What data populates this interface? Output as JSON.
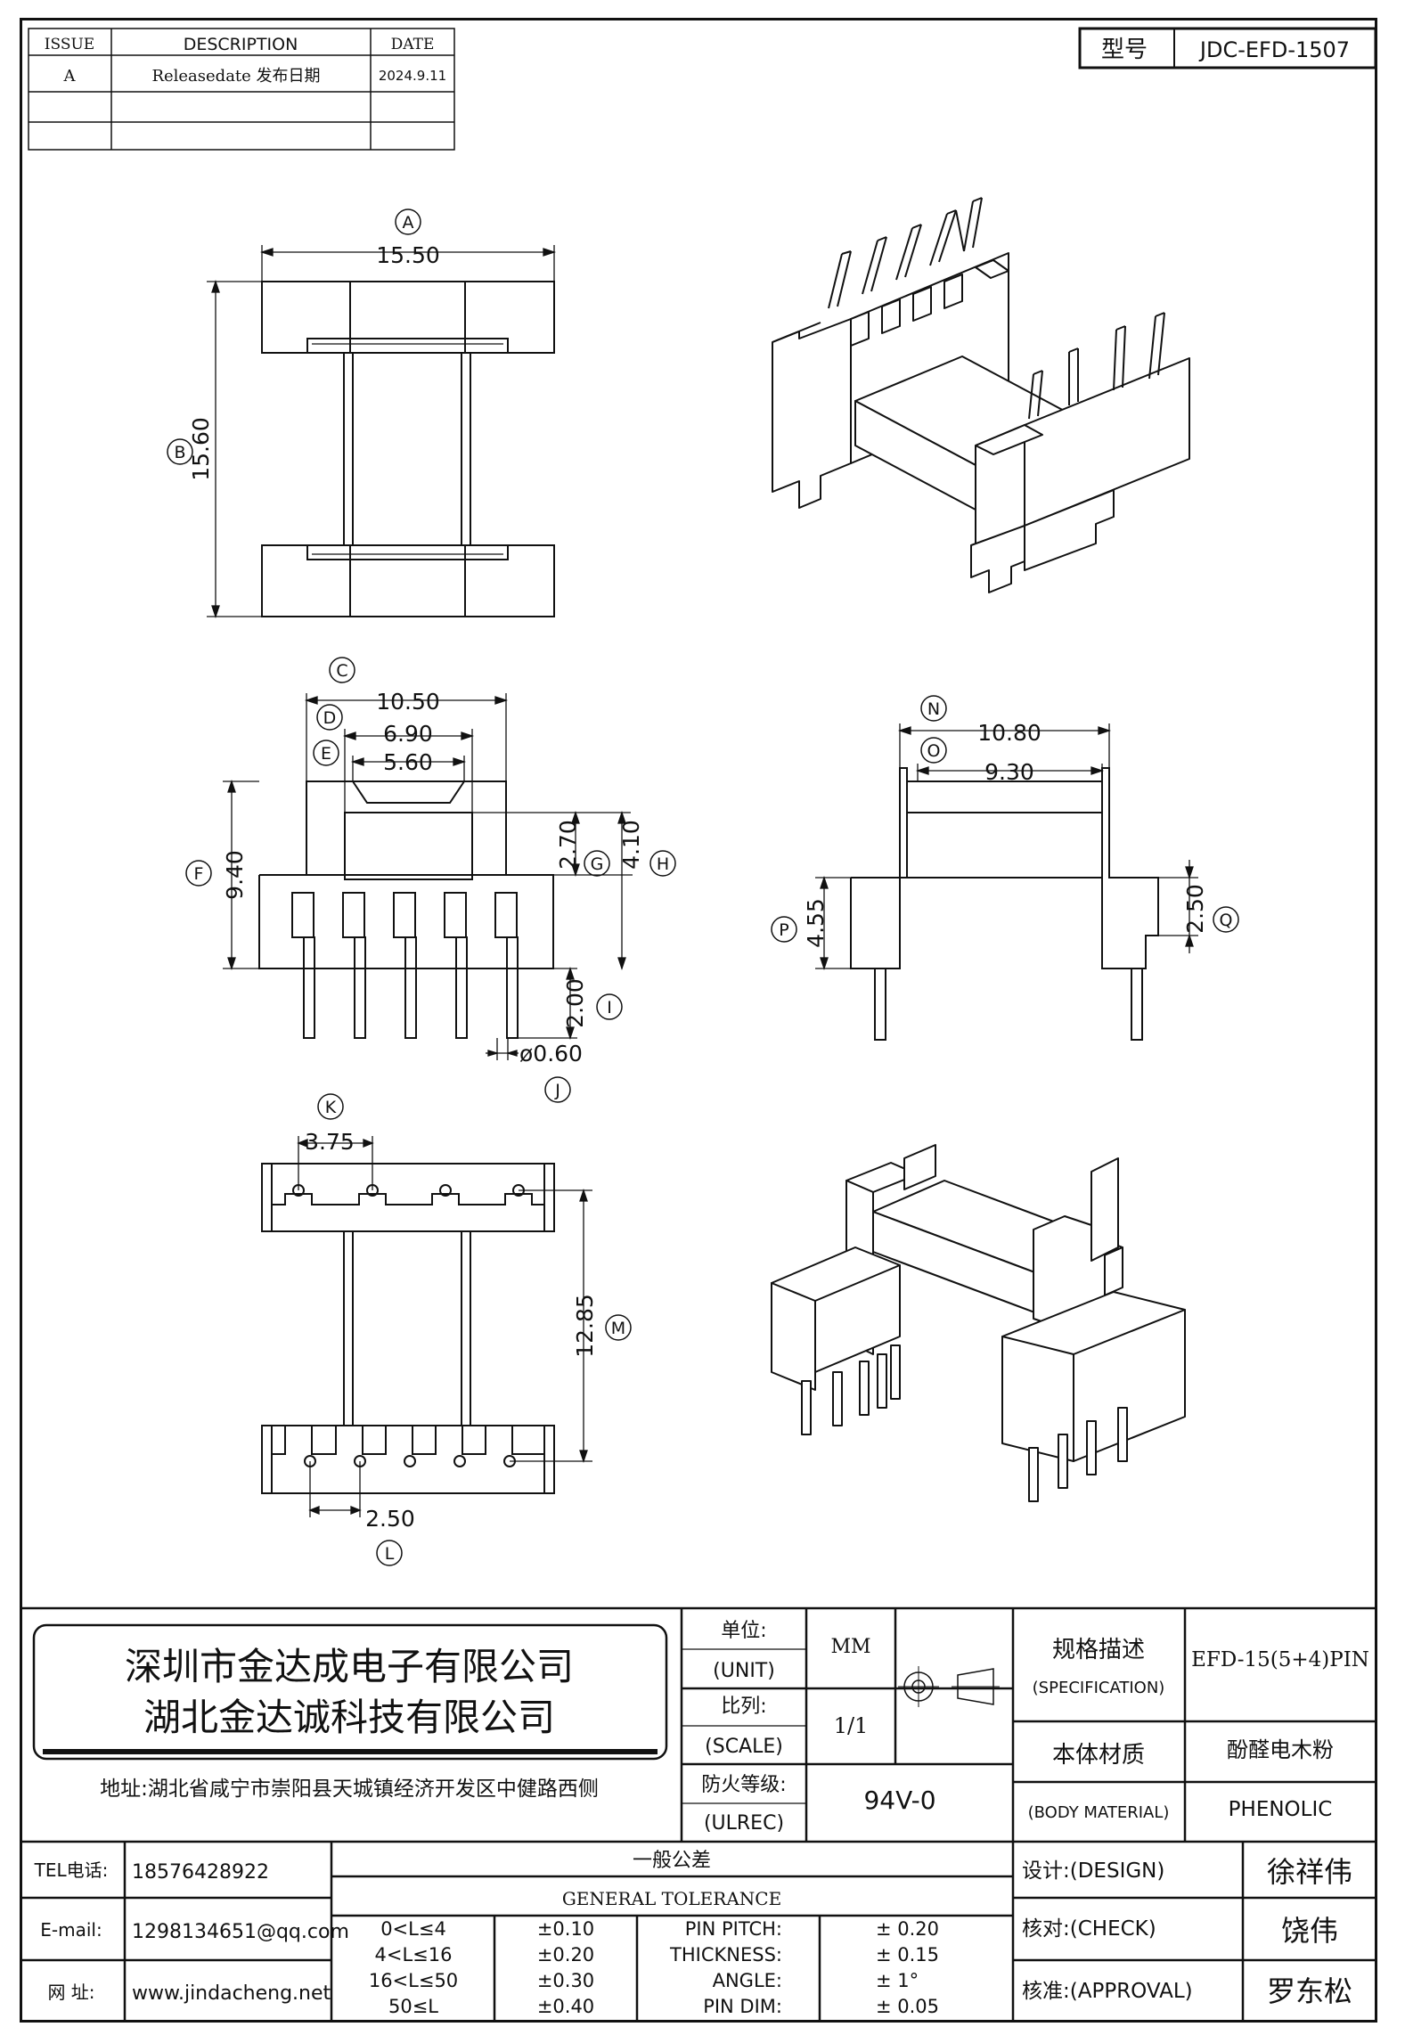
{
  "revision_table": {
    "headers": [
      "ISSUE",
      "DESCRIPTION",
      "DATE"
    ],
    "rows": [
      [
        "A",
        "Releasedate 发布日期",
        "2024.9.11"
      ],
      [
        "",
        "",
        ""
      ],
      [
        "",
        "",
        ""
      ]
    ]
  },
  "model": {
    "label": "型号",
    "value": "JDC-EFD-1507"
  },
  "dimensions": {
    "A": {
      "letter": "A",
      "value": "15.50"
    },
    "B": {
      "letter": "B",
      "value": "15.60"
    },
    "C": {
      "letter": "C",
      "value": "10.50"
    },
    "D": {
      "letter": "D",
      "value": "6.90"
    },
    "E": {
      "letter": "E",
      "value": "5.60"
    },
    "F": {
      "letter": "F",
      "value": "9.40"
    },
    "G": {
      "letter": "G",
      "value": "2.70"
    },
    "H": {
      "letter": "H",
      "value": "4.10"
    },
    "I": {
      "letter": "I",
      "value": "2.00"
    },
    "J": {
      "letter": "J",
      "value": "ø0.60"
    },
    "K": {
      "letter": "K",
      "value": "3.75"
    },
    "L": {
      "letter": "L",
      "value": "2.50"
    },
    "M": {
      "letter": "M",
      "value": "12.85"
    },
    "N": {
      "letter": "N",
      "value": "10.80"
    },
    "O": {
      "letter": "O",
      "value": "9.30"
    },
    "P": {
      "letter": "P",
      "value": "4.55"
    },
    "Q": {
      "letter": "Q",
      "value": "2.50"
    }
  },
  "company": {
    "name_1": "深圳市金达成电子有限公司",
    "name_2": "湖北金达诚科技有限公司",
    "address": "地址:湖北省咸宁市崇阳县天城镇经济开发区中健路西侧"
  },
  "title_block": {
    "unit_cn": "单位:",
    "unit_en": "(UNIT)",
    "unit_value": "MM",
    "scale_cn": "比列:",
    "scale_en": "(SCALE)",
    "scale_value": "1/1",
    "ulrec_cn": "防火等级:",
    "ulrec_en": "(ULREC)",
    "ulrec_value": "94V-0",
    "spec_cn": "规格描述",
    "spec_en": "(SPECIFICATION)",
    "spec_value": "EFD-15(5+4)PIN",
    "material_cn": "本体材质",
    "material_en": "(BODY MATERIAL)",
    "material_value_cn": "酚醛电木粉",
    "material_value_en": "PHENOLIC"
  },
  "contact": {
    "tel_label": "TEL电话:",
    "tel_value": "18576428922",
    "email_label": "E-mail:",
    "email_value": "1298134651@qq.com",
    "web_label": "网  址:",
    "web_value": "www.jindacheng.net"
  },
  "tolerance": {
    "title_cn": "一般公差",
    "title_en": "GENERAL TOLERANCE",
    "length_rows": [
      {
        "range": "0<L≤4",
        "tol": "±0.10"
      },
      {
        "range": "4<L≤16",
        "tol": "±0.20"
      },
      {
        "range": "16<L≤50",
        "tol": "±0.30"
      },
      {
        "range": "50≤L",
        "tol": "±0.40"
      }
    ],
    "other_rows": [
      {
        "name": "PIN PITCH:",
        "tol": "±  0.20"
      },
      {
        "name": "THICKNESS:",
        "tol": "±  0.15"
      },
      {
        "name": "ANGLE:",
        "tol": "±  1°"
      },
      {
        "name": "PIN DIM:",
        "tol": "±  0.05"
      }
    ]
  },
  "signoff": {
    "design_label": "设计:(DESIGN)",
    "design_name": "徐祥伟",
    "check_label": "核对:(CHECK)",
    "check_name": "饶伟",
    "approval_label": "核准:(APPROVAL)",
    "approval_name": "罗东松"
  }
}
